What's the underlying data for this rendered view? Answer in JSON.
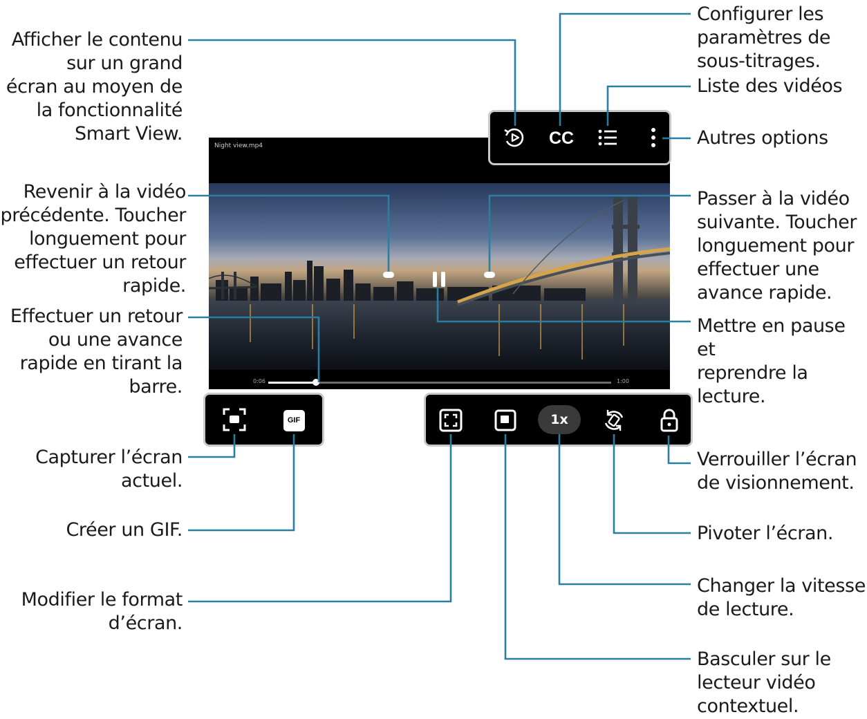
{
  "labels": {
    "smart_view": "Afficher le contenu\nsur un grand\nécran au moyen de\nla fonctionnalité\nSmart View.",
    "subtitles": "Configurer les\nparamètres de\nsous-titrages.",
    "video_list": "Liste des vidéos",
    "more_options": "Autres options",
    "previous": "Revenir à la vidéo\nprécédente. Toucher\nlonguement pour\neffectuer un retour\nrapide.",
    "next": "Passer à la vidéo\nsuivante. Toucher\nlonguement pour\neffectuer une\navance rapide.",
    "seek": "Effectuer un retour\nou une avance\nrapide en tirant la\nbarre.",
    "pause": "Mettre en pause et\nreprendre la\nlecture.",
    "capture": "Capturer l’écran\nactuel.",
    "gif": "Créer un GIF.",
    "lock": "Verrouiller l’écran\nde visionnement.",
    "rotate": "Pivoter l’écran.",
    "ratio": "Modifier le format\nd’écran.",
    "speed_label": "Changer la vitesse\nde lecture.",
    "popup": "Basculer sur le\nlecteur vidéo\ncontextuel."
  },
  "player": {
    "video_title": "Night view.mp4",
    "time_current": "0:06",
    "time_total": "1:00",
    "progress": 0.14,
    "speed_button": "1x",
    "cc_button": "CC",
    "gif_button": "GIF"
  },
  "colors": {
    "callout_line": "#2a7fa0",
    "panel_border": "#c9c9c9"
  }
}
